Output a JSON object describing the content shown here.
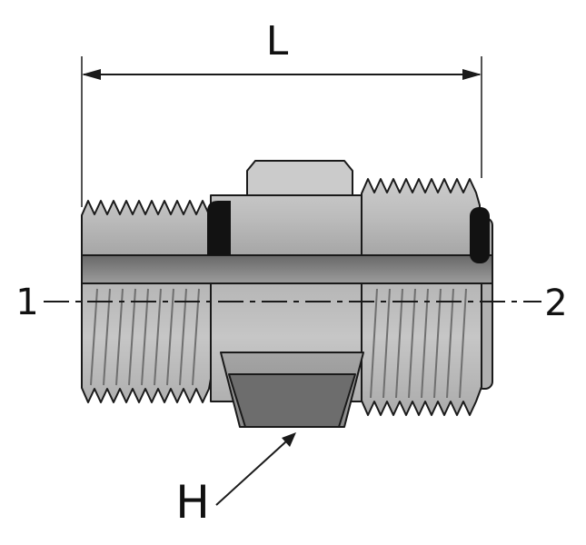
{
  "diagram": {
    "labels": {
      "length": "L",
      "port_left": "1",
      "port_right": "2",
      "hex": "H"
    },
    "colors": {
      "outline": "#1a1a1a",
      "body_light": "#c6c6c6",
      "body_lower": "#bdbdbd",
      "shadow_band": "#6f6f6f",
      "hex_face_dark": "#6d6d6d",
      "seal_black": "#121212",
      "background": "#ffffff"
    }
  }
}
